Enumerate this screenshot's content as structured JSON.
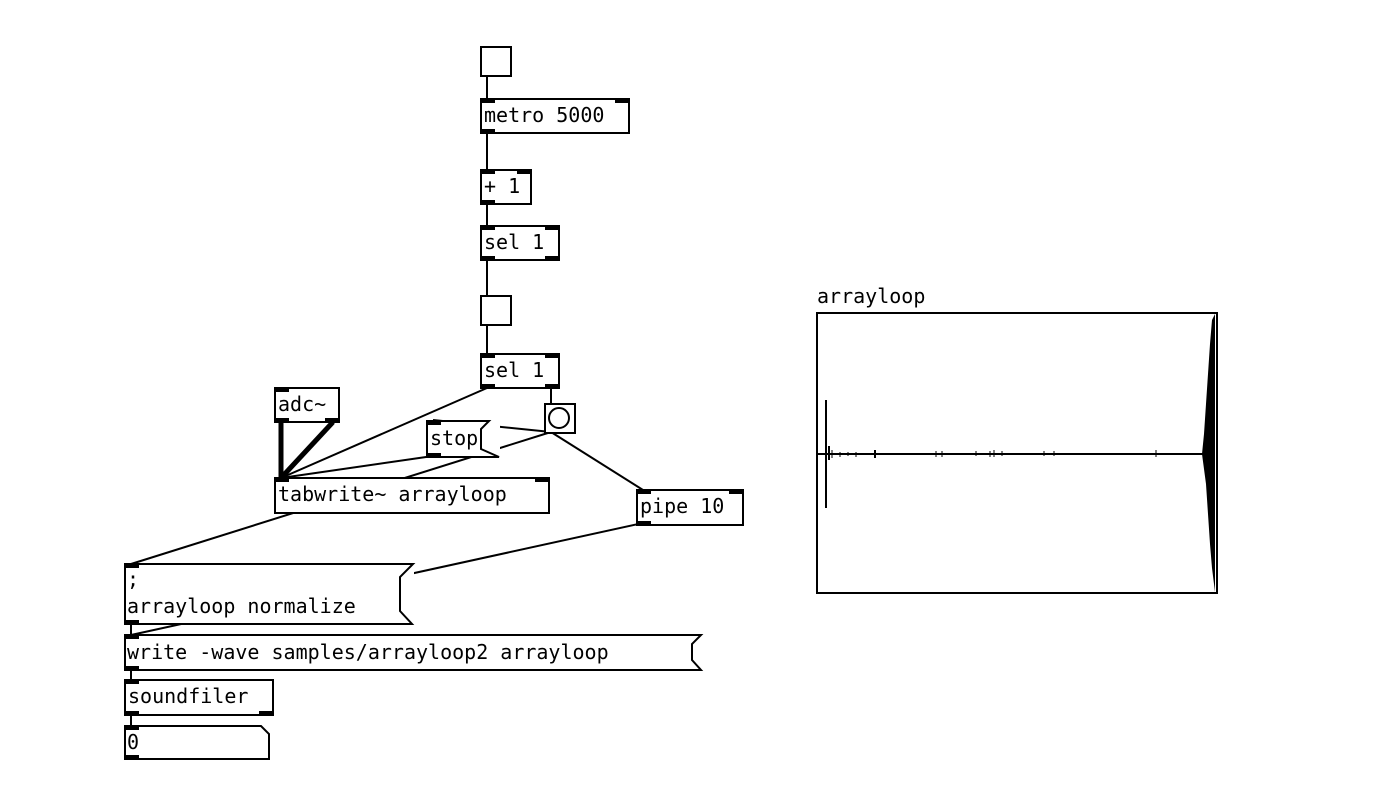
{
  "objects": {
    "metro": "metro 5000",
    "plus": "+ 1",
    "sel_a": "sel 1",
    "sel_b": "sel 1",
    "adc": "adc~",
    "tabwrite": "tabwrite~ arrayloop",
    "pipe": "pipe 10",
    "soundfiler": "soundfiler"
  },
  "messages": {
    "stop": "stop",
    "normalize_line1": ";",
    "normalize_line2": "arrayloop normalize",
    "write": "write -wave samples/arrayloop2 arrayloop"
  },
  "number_box": {
    "value": "0"
  },
  "array": {
    "name": "arrayloop"
  }
}
